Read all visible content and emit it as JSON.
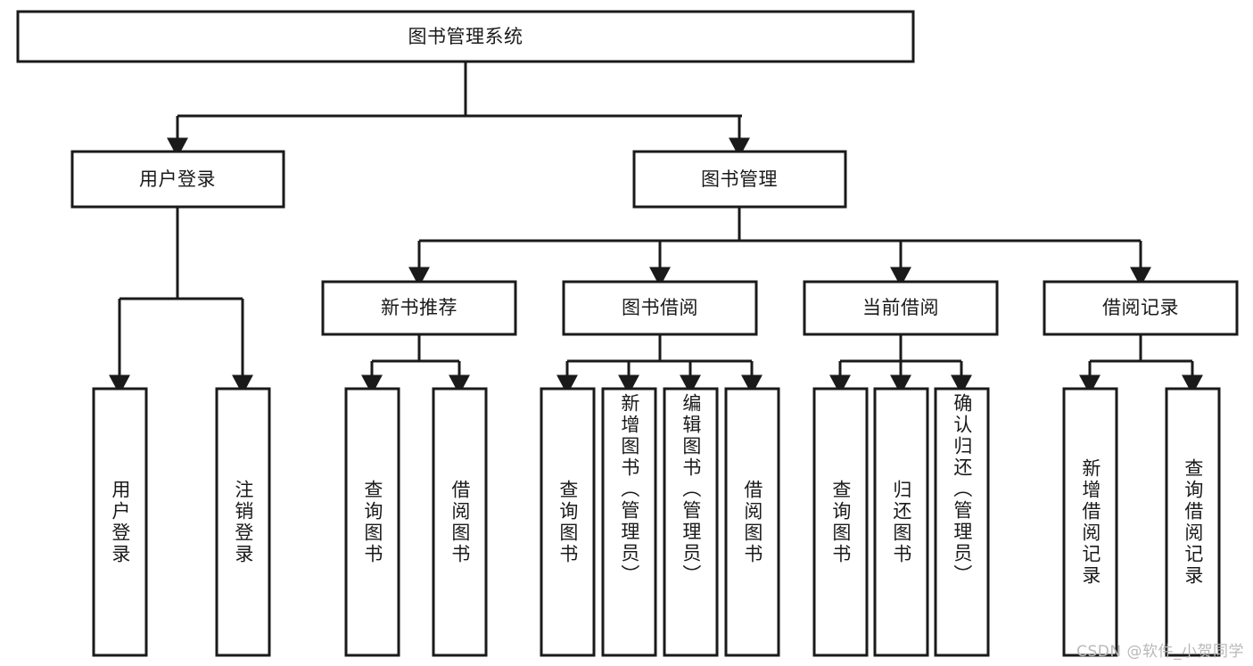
{
  "diagram": {
    "type": "tree",
    "title": "图书管理系统",
    "orientation": "top-down",
    "colors": {
      "box_stroke": "#1a1a1a",
      "box_fill": "#ffffff",
      "connector": "#1a1a1a",
      "text": "#1a1a1a",
      "background": "#ffffff",
      "watermark": "#b9b9b9"
    }
  },
  "root": {
    "label": "图书管理系统"
  },
  "level2": [
    {
      "label": "用户登录"
    },
    {
      "label": "图书管理"
    }
  ],
  "level3": [
    {
      "label": "新书推荐"
    },
    {
      "label": "图书借阅"
    },
    {
      "label": "当前借阅"
    },
    {
      "label": "借阅记录"
    }
  ],
  "leaves": {
    "user_login": [
      {
        "label": "用户登录"
      },
      {
        "label": "注销登录"
      }
    ],
    "new_book_recommend": [
      {
        "label": "查询图书"
      },
      {
        "label": "借阅图书"
      }
    ],
    "book_borrow": [
      {
        "label": "查询图书"
      },
      {
        "label": "新增图书（管理员）"
      },
      {
        "label": "编辑图书（管理员）"
      },
      {
        "label": "借阅图书"
      }
    ],
    "current_borrow": [
      {
        "label": "查询图书"
      },
      {
        "label": "归还图书"
      },
      {
        "label": "确认归还（管理员）"
      }
    ],
    "borrow_records": [
      {
        "label": "新增借阅记录"
      },
      {
        "label": "查询借阅记录"
      }
    ]
  },
  "watermark": {
    "text": "CSDN @软件_小贺同学"
  }
}
